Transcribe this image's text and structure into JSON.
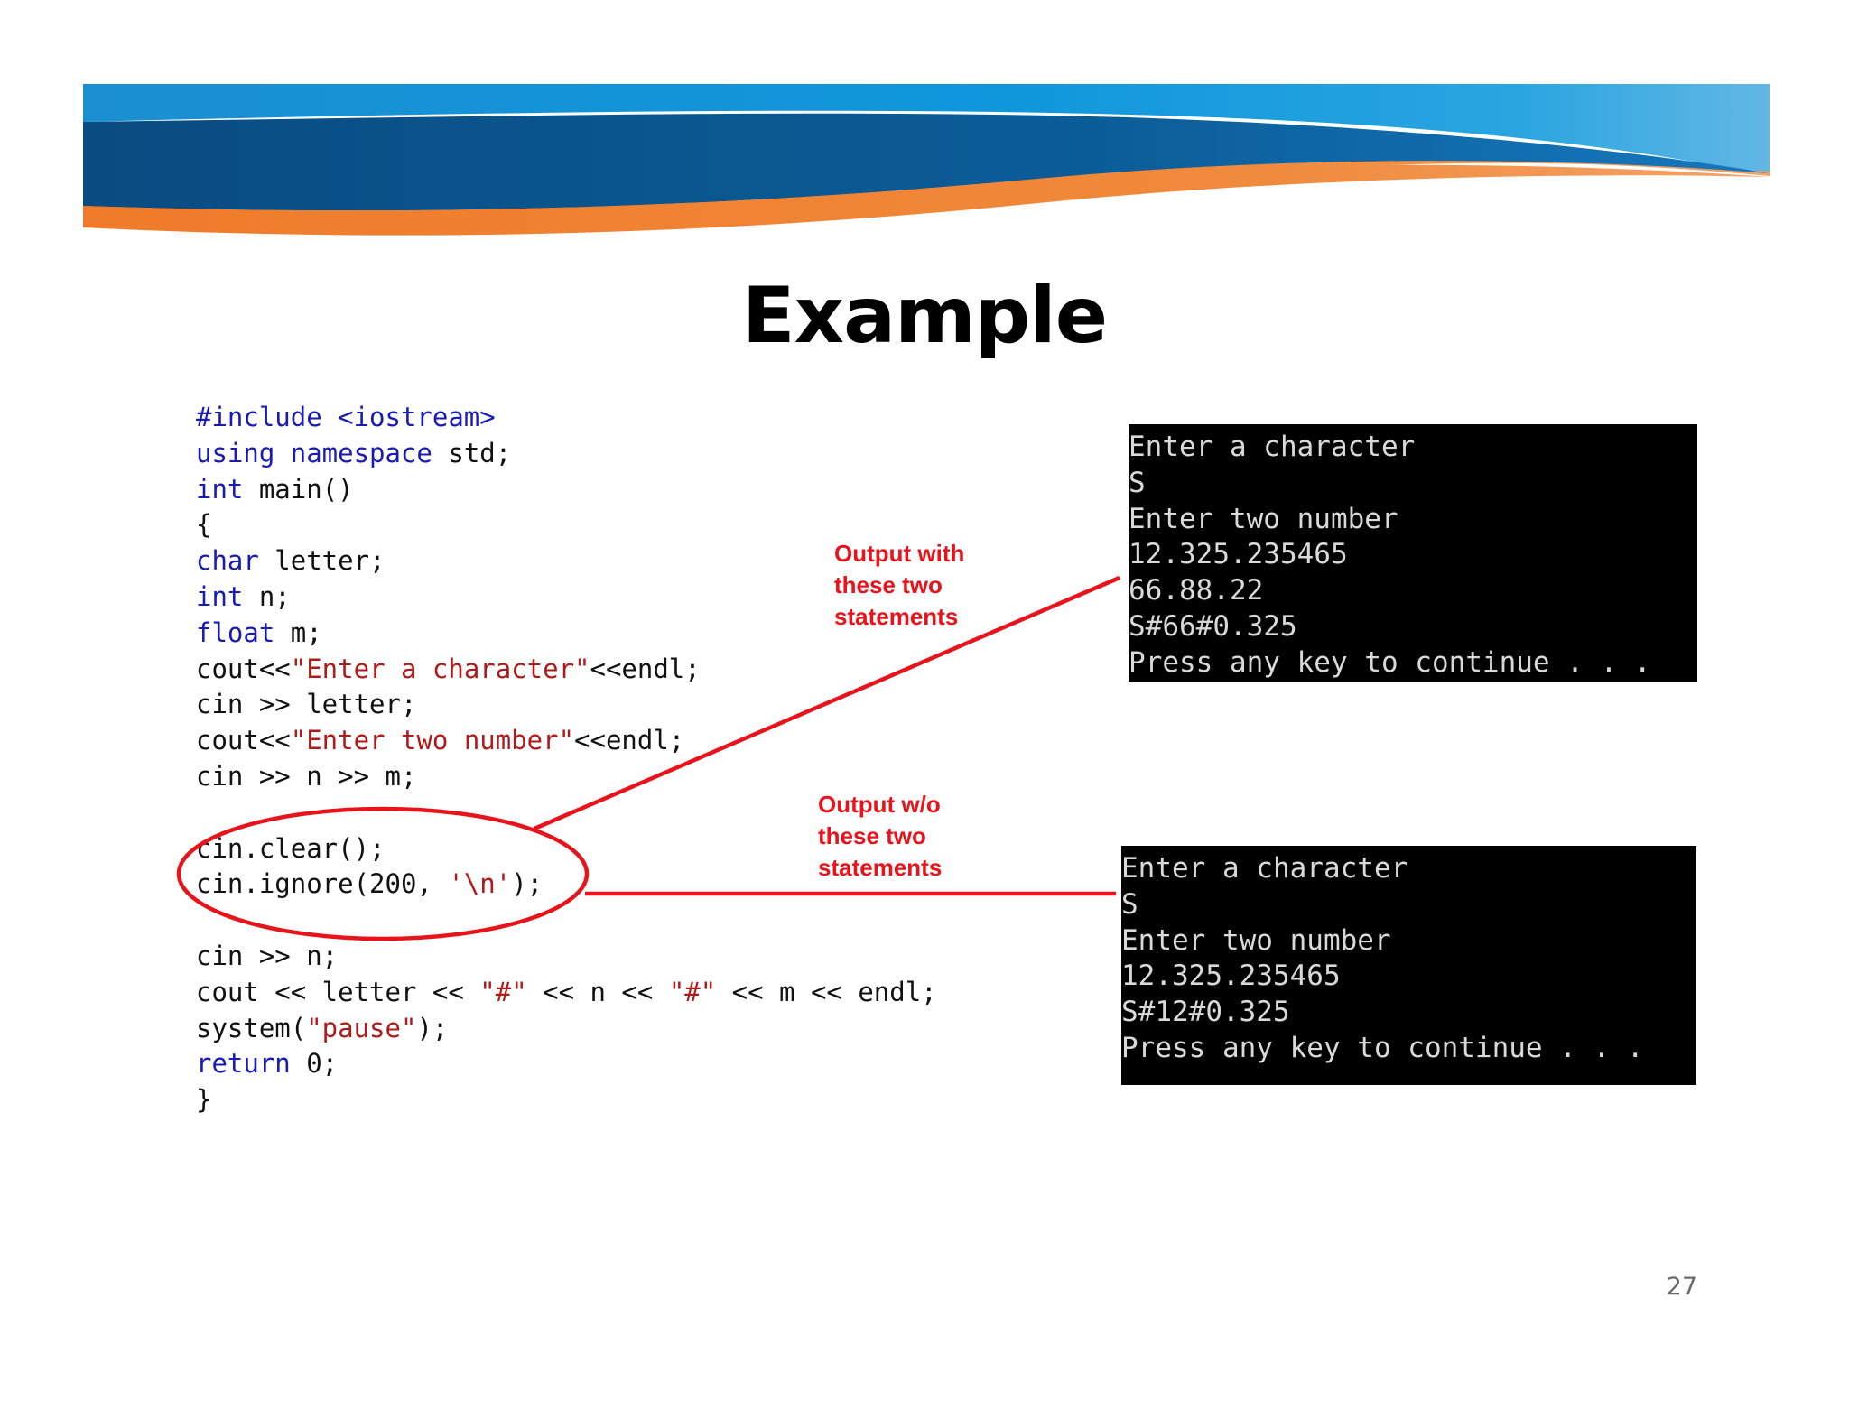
{
  "slide": {
    "title": "Example",
    "page_number": "27"
  },
  "code": {
    "lines": [
      [
        {
          "t": "#include <iostream>",
          "c": "kw"
        }
      ],
      [
        {
          "t": "using namespace",
          "c": "kw"
        },
        {
          "t": " std;",
          "c": ""
        }
      ],
      [
        {
          "t": "int",
          "c": "kw"
        },
        {
          "t": " main()",
          "c": ""
        }
      ],
      [
        {
          "t": "{",
          "c": ""
        }
      ],
      [
        {
          "t": "char",
          "c": "kw"
        },
        {
          "t": " letter;",
          "c": ""
        }
      ],
      [
        {
          "t": "int",
          "c": "kw"
        },
        {
          "t": " n;",
          "c": ""
        }
      ],
      [
        {
          "t": "float",
          "c": "kw"
        },
        {
          "t": " m;",
          "c": ""
        }
      ],
      [
        {
          "t": "cout<<",
          "c": ""
        },
        {
          "t": "\"Enter a character\"",
          "c": "str"
        },
        {
          "t": "<<endl;",
          "c": ""
        }
      ],
      [
        {
          "t": "cin >> letter;",
          "c": ""
        }
      ],
      [
        {
          "t": "cout<<",
          "c": ""
        },
        {
          "t": "\"Enter two number\"",
          "c": "str"
        },
        {
          "t": "<<endl;",
          "c": ""
        }
      ],
      [
        {
          "t": "cin >> n >> m;",
          "c": ""
        }
      ],
      [],
      [
        {
          "t": "cin.clear();",
          "c": ""
        }
      ],
      [
        {
          "t": "cin.ignore(200, ",
          "c": ""
        },
        {
          "t": "'\\n'",
          "c": "str"
        },
        {
          "t": ");",
          "c": ""
        }
      ],
      [],
      [
        {
          "t": "cin >> n;",
          "c": ""
        }
      ],
      [
        {
          "t": "cout << letter << ",
          "c": ""
        },
        {
          "t": "\"#\"",
          "c": "str"
        },
        {
          "t": " << n << ",
          "c": ""
        },
        {
          "t": "\"#\"",
          "c": "str"
        },
        {
          "t": " << m << endl;",
          "c": ""
        }
      ],
      [
        {
          "t": "system(",
          "c": ""
        },
        {
          "t": "\"pause\"",
          "c": "str"
        },
        {
          "t": ");",
          "c": ""
        }
      ],
      [
        {
          "t": "return",
          "c": "kw"
        },
        {
          "t": " 0;",
          "c": ""
        }
      ],
      [
        {
          "t": "}",
          "c": ""
        }
      ]
    ]
  },
  "terminals": {
    "with_statements": [
      "Enter a character",
      "S",
      "Enter two number",
      "12.325.235465",
      "66.88.22",
      "S#66#0.325",
      "Press any key to continue . . ."
    ],
    "without_statements": [
      "Enter a character",
      "S",
      "Enter two number",
      "12.325.235465",
      "S#12#0.325",
      "Press any key to continue . . ."
    ]
  },
  "annotations": {
    "with": "Output with\nthese two\nstatements",
    "without": "Output w/o\nthese two\nstatements"
  },
  "colors": {
    "keyword": "#1a1ab5",
    "string": "#b11a1a",
    "annotation": "#e8141c",
    "banner_dark_blue": "#0b4f86",
    "banner_light_blue": "#1c9ad6",
    "banner_orange": "#ee7a2b"
  }
}
